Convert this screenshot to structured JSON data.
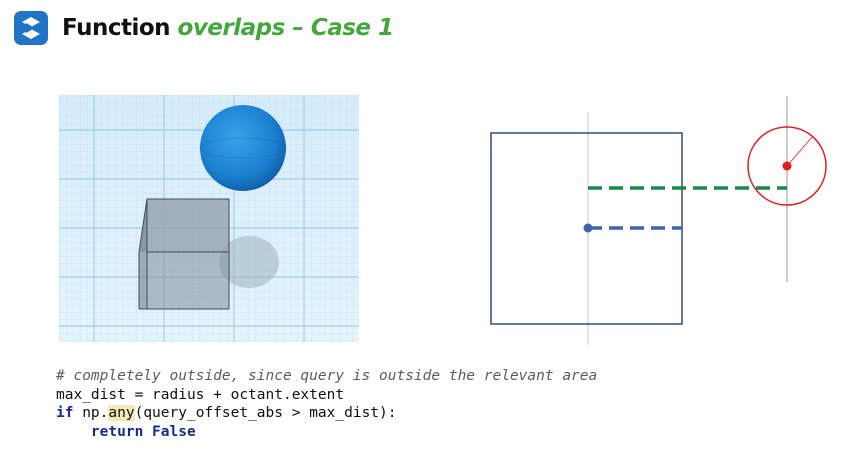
{
  "header": {
    "title_prefix": "Function ",
    "title_accent": "overlaps – Case 1",
    "logo_icon": "s-logo-icon",
    "brand_color": "#1f74c6",
    "accent_color": "#43a83a"
  },
  "scene": {
    "description_icon": "3d-sphere-and-cube-scene",
    "grid_color": "#dceefb",
    "sphere_color": "#1b82d0",
    "cube_color": "#7d8b96"
  },
  "diagram": {
    "box_color": "#2c4a8c",
    "circle_color": "#e31b1b",
    "green_dash_color": "#1a8a4a",
    "blue_dash_color": "#3e64b0"
  },
  "code": {
    "comment": "# completely outside, since query is outside the relevant area",
    "line2": "max_dist = radius + octant.extent",
    "line3_kw": "if",
    "line3_a": " np.",
    "line3_hl": "any",
    "line3_b": "(query_offset_abs > max_dist):",
    "line4_indent": "    ",
    "line4_kw": "return False"
  }
}
